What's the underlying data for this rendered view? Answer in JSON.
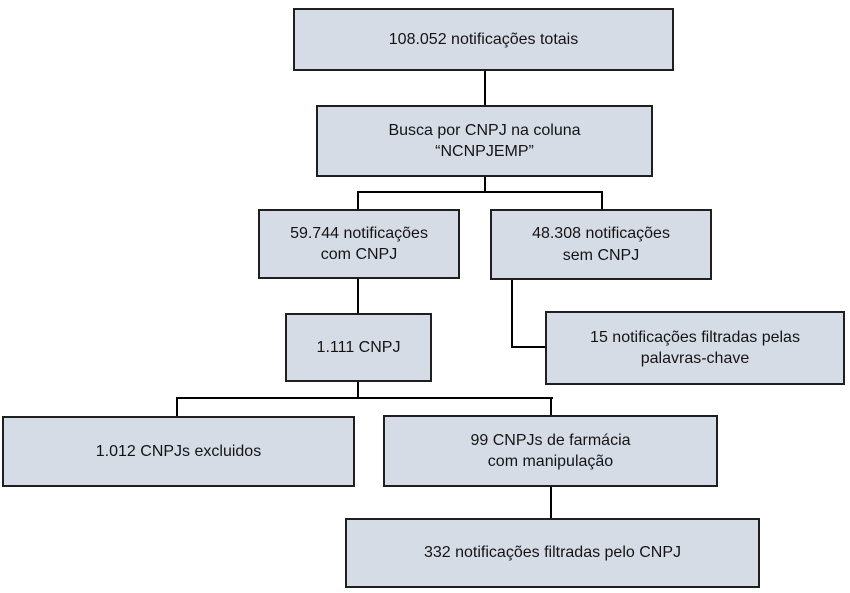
{
  "flowchart": {
    "type": "flowchart",
    "language": "pt-BR",
    "colors": {
      "node_fill": "#d6dce6",
      "node_border": "#1f1f1f",
      "connector": "#000000",
      "background": "#ffffff",
      "text": "#141414"
    },
    "nodes": [
      {
        "id": "total",
        "label": "108.052 notificações totais"
      },
      {
        "id": "busca-cnpj",
        "label": "Busca por CNPJ na coluna\n“NCNPJEMP”"
      },
      {
        "id": "com-cnpj",
        "label": "59.744 notificações\ncom CNPJ"
      },
      {
        "id": "sem-cnpj",
        "label": "48.308 notificações\nsem CNPJ"
      },
      {
        "id": "cnpj-unicos",
        "label": "1.111 CNPJ"
      },
      {
        "id": "filtradas-palavras",
        "label": "15 notificações filtradas pelas\npalavras-chave"
      },
      {
        "id": "cnpjs-excluidos",
        "label": "1.012 CNPJs excluidos"
      },
      {
        "id": "cnpjs-farmacia",
        "label": "99 CNPJs de farmácia\ncom manipulação"
      },
      {
        "id": "filtradas-cnpj",
        "label": "332 notificações filtradas pelo CNPJ"
      }
    ],
    "edges": [
      {
        "from": "total",
        "to": "busca-cnpj"
      },
      {
        "from": "busca-cnpj",
        "to": "com-cnpj"
      },
      {
        "from": "busca-cnpj",
        "to": "sem-cnpj"
      },
      {
        "from": "com-cnpj",
        "to": "cnpj-unicos"
      },
      {
        "from": "sem-cnpj",
        "to": "filtradas-palavras"
      },
      {
        "from": "cnpj-unicos",
        "to": "cnpjs-excluidos"
      },
      {
        "from": "cnpj-unicos",
        "to": "cnpjs-farmacia"
      },
      {
        "from": "cnpjs-farmacia",
        "to": "filtradas-cnpj"
      }
    ]
  }
}
